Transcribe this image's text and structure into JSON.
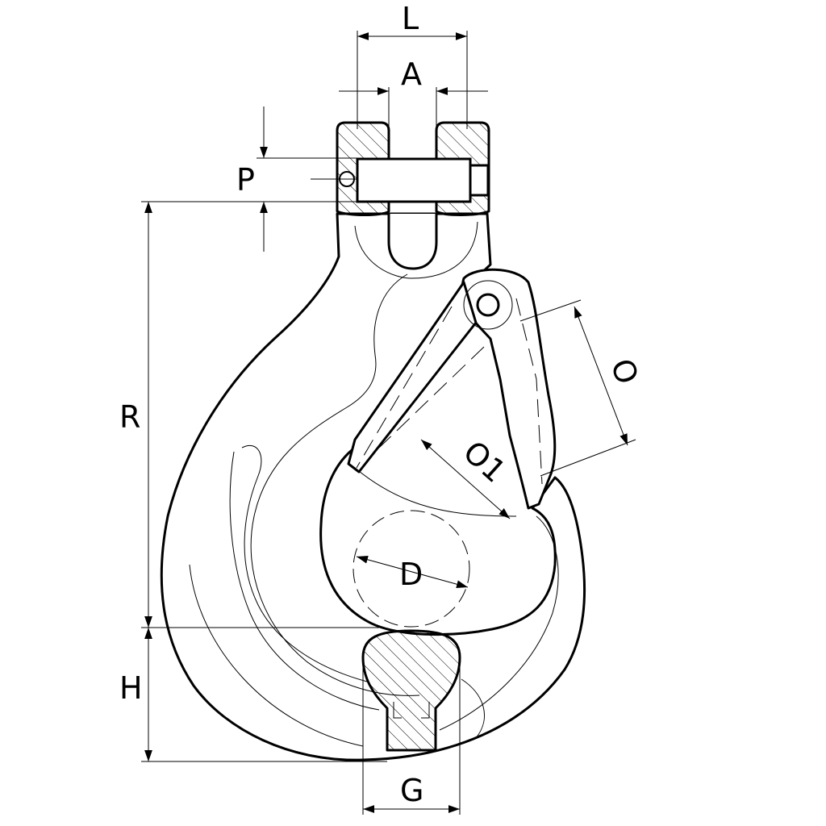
{
  "drawing": {
    "colors": {
      "line": "#000000",
      "background": "#ffffff"
    },
    "dimensions": {
      "L": "L",
      "A": "A",
      "P": "P",
      "R": "R",
      "H": "H",
      "G": "G",
      "D": "D",
      "O": "O",
      "O1": "O1"
    }
  }
}
